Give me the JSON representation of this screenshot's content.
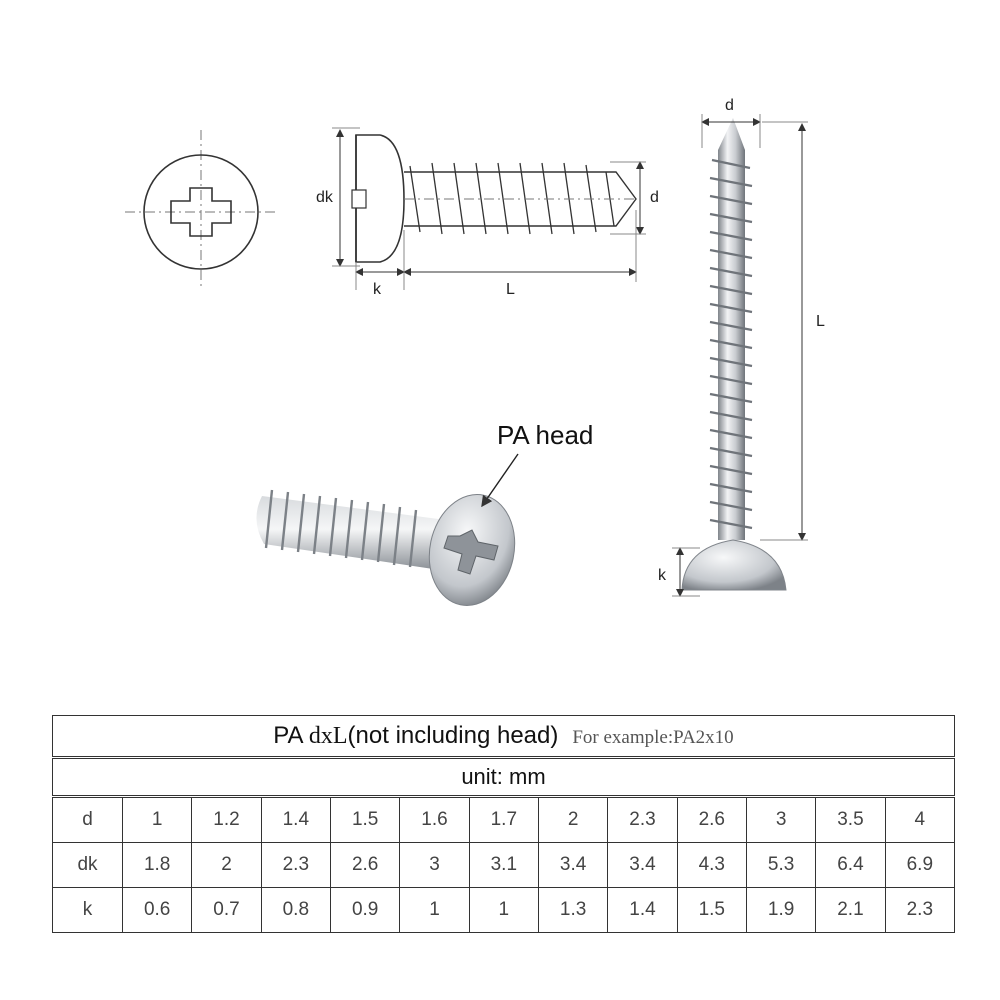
{
  "drawing": {
    "front_view_dims": {
      "dk": "dk",
      "d": "d",
      "k": "k",
      "L": "L"
    },
    "vertical_view_dims": {
      "d": "d",
      "L": "L",
      "k": "k"
    },
    "callout": "PA head"
  },
  "table": {
    "title_prefix": "PA ",
    "title_formula": "dxL",
    "title_suffix": "(not including head)",
    "example": "For example:PA2x10",
    "unit": "unit: mm",
    "rows": [
      {
        "label": "d",
        "values": [
          "1",
          "1.2",
          "1.4",
          "1.5",
          "1.6",
          "1.7",
          "2",
          "2.3",
          "2.6",
          "3",
          "3.5",
          "4"
        ]
      },
      {
        "label": "dk",
        "values": [
          "1.8",
          "2",
          "2.3",
          "2.6",
          "3",
          "3.1",
          "3.4",
          "3.4",
          "4.3",
          "5.3",
          "6.4",
          "6.9"
        ]
      },
      {
        "label": "k",
        "values": [
          "0.6",
          "0.7",
          "0.8",
          "0.9",
          "1",
          "1",
          "1.3",
          "1.4",
          "1.5",
          "1.9",
          "2.1",
          "2.3"
        ]
      }
    ]
  },
  "colors": {
    "line": "#333333",
    "metal_light": "#e9ebee",
    "metal_dark": "#8c9096"
  }
}
